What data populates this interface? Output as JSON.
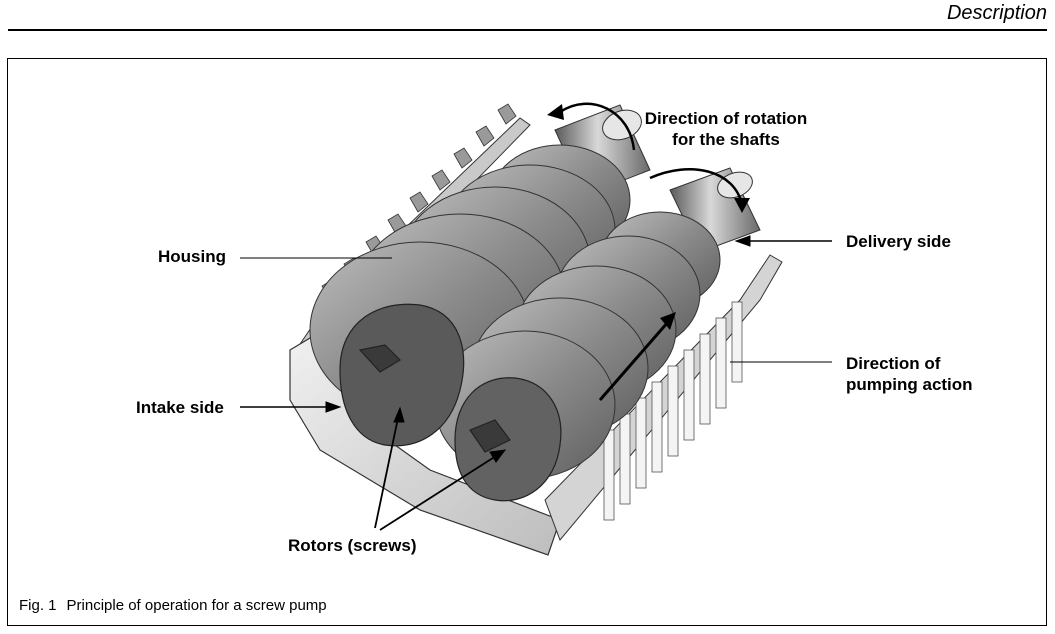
{
  "header": {
    "section_title": "Description"
  },
  "figure": {
    "number": "Fig. 1",
    "caption": "Principle of operation for a screw pump",
    "labels": {
      "rotation": [
        "Direction of rotation",
        "for the shafts"
      ],
      "housing": "Housing",
      "delivery_side": "Delivery side",
      "pumping_direction": [
        "Direction of",
        "pumping action"
      ],
      "intake_side": "Intake side",
      "rotors": "Rotors (screws)"
    }
  }
}
